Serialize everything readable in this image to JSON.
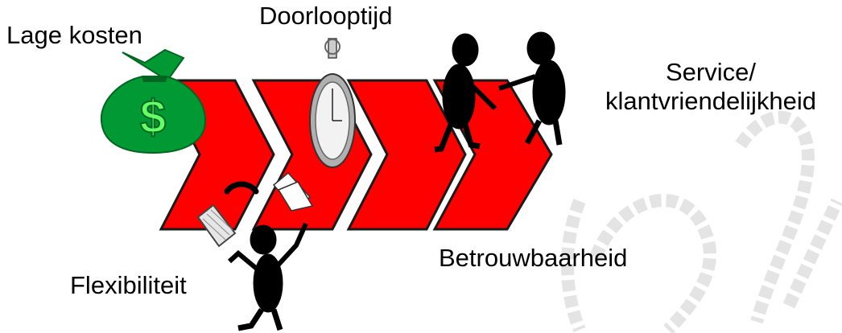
{
  "labels": {
    "cost": "Lage kosten",
    "lead_time": "Doorlooptijd",
    "service_line1": "Service/",
    "service_line2": "klantvriendelijkheid",
    "reliability": "Betrouwbaarheid",
    "flexibility": "Flexibiliteit"
  },
  "icons": {
    "money_bag": "money-bag-icon",
    "dollar_sign": "$",
    "stopwatch": "stopwatch-icon",
    "handshake": "handshake-figures-icon",
    "phone": "phone-icon",
    "documents": "documents-icon",
    "keyboard": "keyboard-icon",
    "juggler": "juggler-figure-icon"
  },
  "colors": {
    "arrow_fill": "#ff0000",
    "arrow_stroke": "#1a1a1a",
    "bag": "#009933",
    "bag_dark": "#006622",
    "dollar": "#66ff66",
    "watermark": "#d9d9d9",
    "figure": "#000000"
  }
}
